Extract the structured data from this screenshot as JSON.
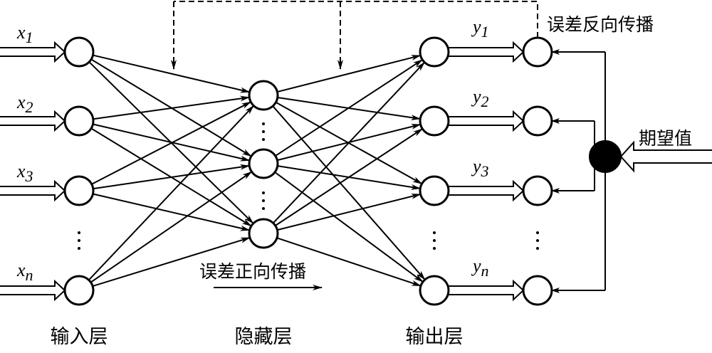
{
  "diagram": {
    "type": "bp-neural-network",
    "colors": {
      "stroke": "#000000",
      "background": "#ffffff",
      "sum_node": "#000000"
    },
    "layers": {
      "input": {
        "label": "输入层",
        "nodes": [
          {
            "var": "x",
            "sub": "1"
          },
          {
            "var": "x",
            "sub": "2"
          },
          {
            "var": "x",
            "sub": "3"
          },
          {
            "var": "x",
            "sub": "n"
          }
        ],
        "ellipsis_after_index": 2
      },
      "hidden": {
        "label": "隐藏层",
        "node_count": 3,
        "ellipsis_between": true
      },
      "output": {
        "label": "输出层",
        "nodes": [
          {
            "var": "y",
            "sub": "1"
          },
          {
            "var": "y",
            "sub": "2"
          },
          {
            "var": "y",
            "sub": "3"
          },
          {
            "var": "y",
            "sub": "n"
          }
        ],
        "ellipsis_after_index": 2
      },
      "target": {
        "node_count": 4,
        "ellipsis_after_index": 2
      }
    },
    "annotations": {
      "forward": "误差正向传播",
      "backward": "误差反向传播",
      "expected": "期望值"
    },
    "ellipsis": "⋮"
  }
}
